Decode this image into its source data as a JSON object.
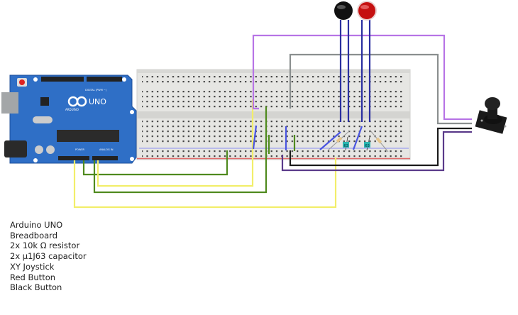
{
  "parts_list": {
    "items": [
      "Arduino UNO",
      "Breadboard",
      "2x 10k Ω resistor",
      "2x µ1J63 capacitor",
      "XY Joystick",
      "Red Button",
      "Black Button"
    ]
  },
  "arduino": {
    "logo": "UNO",
    "brand": "ARDUINO",
    "digital_label": "DIGITAL (PWM ~)",
    "power_label": "POWER",
    "analog_label": "ANALOG IN",
    "board_color": "#2f6fc6"
  },
  "capacitor_label": "63",
  "wire_colors": {
    "yellow": "#f2ee6a",
    "green": "#4f8a1e",
    "blue": "#2a2fa0",
    "violet": "#b774e6",
    "gray": "#8a8f8f",
    "black": "#1a1a1a",
    "purple": "#5a3a8a"
  },
  "buttons": {
    "black": "#111111",
    "red": "#c51010"
  }
}
